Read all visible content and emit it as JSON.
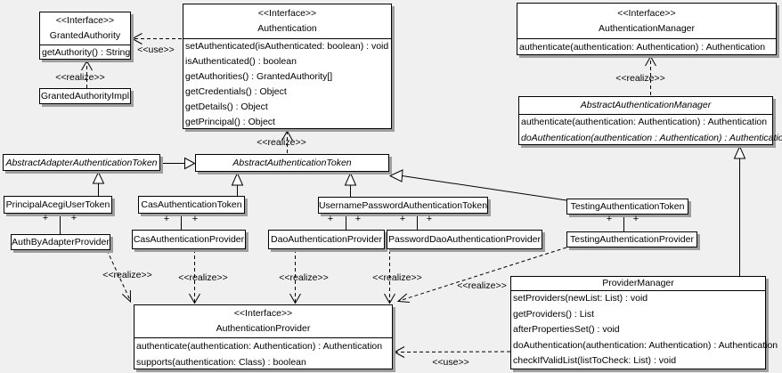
{
  "labels": {
    "realize": "<<realize>>",
    "use": "<<use>>",
    "plus": "+"
  },
  "colors": {
    "background": "#f0f0f0",
    "box_fill": "#ffffff",
    "border": "#000000",
    "shadow": "#9e9e9e"
  },
  "classes": {
    "granted_authority": {
      "stereotype": "<<Interface>>",
      "name": "GrantedAuthority",
      "methods": [
        "getAuthority() : String"
      ]
    },
    "granted_authority_impl": {
      "name": "GrantedAuthorityImpl"
    },
    "authentication": {
      "stereotype": "<<Interface>>",
      "name": "Authentication",
      "methods": [
        "setAuthenticated(isAuthenticated: boolean) : void",
        "isAuthenticated() : boolean",
        "getAuthorities() : GrantedAuthority[]",
        "getCredentials() : Object",
        "getDetails() : Object",
        "getPrincipal() : Object"
      ]
    },
    "authentication_manager": {
      "stereotype": "<<Interface>>",
      "name": "AuthenticationManager",
      "methods": [
        "authenticate(authentication: Authentication) : Authentication"
      ]
    },
    "abstract_authentication_manager": {
      "name": "AbstractAuthenticationManager",
      "abstract": true,
      "methods": [
        "authenticate(authentication: Authentication) : Authentication",
        "doAuthentication(authentication : Authentication) : Authentication"
      ]
    },
    "abstract_adapter_authentication_token": {
      "name": "AbstractAdapterAuthenticationToken",
      "abstract": true
    },
    "abstract_authentication_token": {
      "name": "AbstractAuthenticationToken",
      "abstract": true
    },
    "principal_acegi_user_token": {
      "name": "PrincipalAcegiUserToken"
    },
    "auth_by_adapter_provider": {
      "name": "AuthByAdapterProvider"
    },
    "cas_authentication_token": {
      "name": "CasAuthenticationToken"
    },
    "cas_authentication_provider": {
      "name": "CasAuthenticationProvider"
    },
    "username_password_authentication_token": {
      "name": "UsernamePasswordAuthenticationToken"
    },
    "dao_authentication_provider": {
      "name": "DaoAuthenticationProvider"
    },
    "password_dao_authentication_provider": {
      "name": "PasswordDaoAuthenticationProvider"
    },
    "testing_authentication_token": {
      "name": "TestingAuthenticationToken"
    },
    "testing_authentication_provider": {
      "name": "TestingAuthenticationProvider"
    },
    "provider_manager": {
      "name": "ProviderManager",
      "methods": [
        "setProviders(newList: List) : void",
        "getProviders() : List",
        "afterPropertiesSet() : void",
        "doAuthentication(authentication: Authentication) : Authentication",
        "checkIfValidList(listToCheck: List) : void"
      ]
    },
    "authentication_provider": {
      "stereotype": "<<Interface>>",
      "name": "AuthenticationProvider",
      "methods": [
        "authenticate(authentication: Authentication) : Authentication",
        "supports(authentication: Class) : boolean"
      ]
    }
  }
}
